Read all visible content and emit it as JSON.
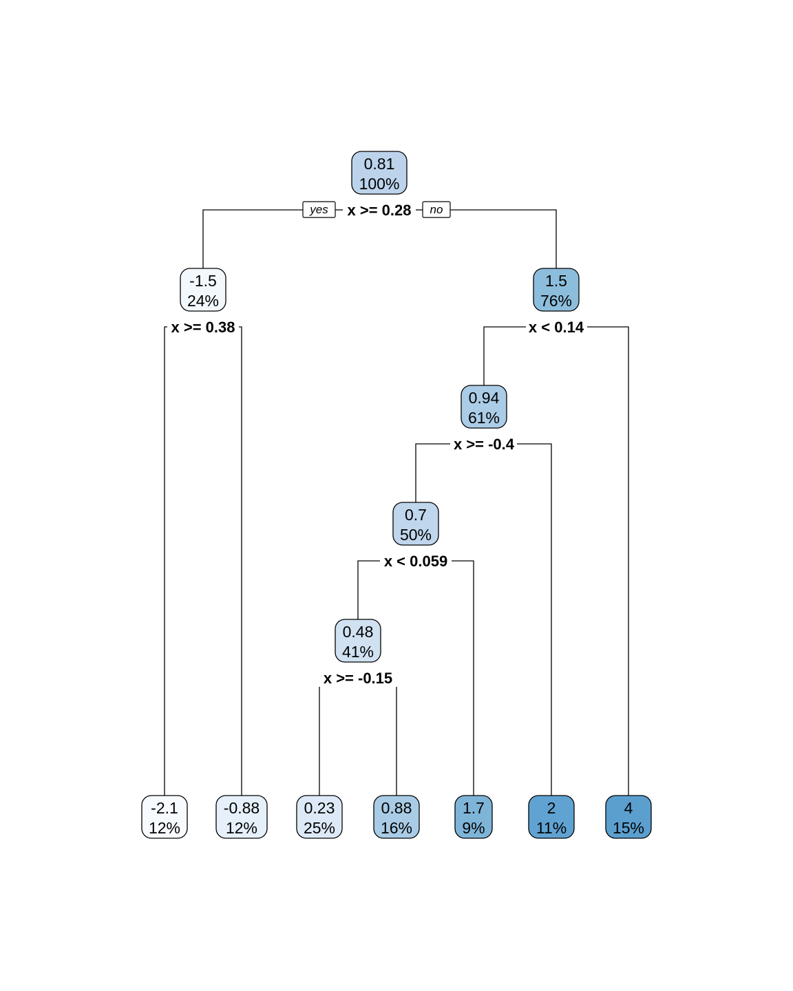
{
  "tree": {
    "nodes": [
      {
        "id": "n1",
        "value": "0.81",
        "percent": "100%",
        "fill": "#bcd3eb"
      },
      {
        "id": "n2",
        "value": "-1.5",
        "percent": "24%",
        "fill": "#f3f8fd"
      },
      {
        "id": "n3",
        "value": "1.5",
        "percent": "76%",
        "fill": "#8dbddc"
      },
      {
        "id": "n6",
        "value": "0.94",
        "percent": "61%",
        "fill": "#abcce6"
      },
      {
        "id": "n12",
        "value": "0.7",
        "percent": "50%",
        "fill": "#bfd6ec"
      },
      {
        "id": "n24",
        "value": "0.48",
        "percent": "41%",
        "fill": "#d0e1f2"
      },
      {
        "id": "l1",
        "value": "-2.1",
        "percent": "12%",
        "fill": "#f7fbff"
      },
      {
        "id": "l2",
        "value": "-0.88",
        "percent": "12%",
        "fill": "#e6f0fa"
      },
      {
        "id": "l3",
        "value": "0.23",
        "percent": "25%",
        "fill": "#dde9f6"
      },
      {
        "id": "l4",
        "value": "0.88",
        "percent": "16%",
        "fill": "#a9cbe5"
      },
      {
        "id": "l5",
        "value": "1.7",
        "percent": "9%",
        "fill": "#7fb4d9"
      },
      {
        "id": "l6",
        "value": "2",
        "percent": "11%",
        "fill": "#60a3d2"
      },
      {
        "id": "l7",
        "value": "4",
        "percent": "15%",
        "fill": "#5b9fcf"
      }
    ],
    "splits": [
      {
        "node": "n1",
        "rule": "x >= 0.28"
      },
      {
        "node": "n2",
        "rule": "x >= 0.38"
      },
      {
        "node": "n3",
        "rule": "x < 0.14"
      },
      {
        "node": "n6",
        "rule": "x >= -0.4"
      },
      {
        "node": "n12",
        "rule": "x < 0.059"
      },
      {
        "node": "n24",
        "rule": "x >= -0.15"
      }
    ],
    "branch_labels": {
      "yes": "yes",
      "no": "no"
    }
  }
}
